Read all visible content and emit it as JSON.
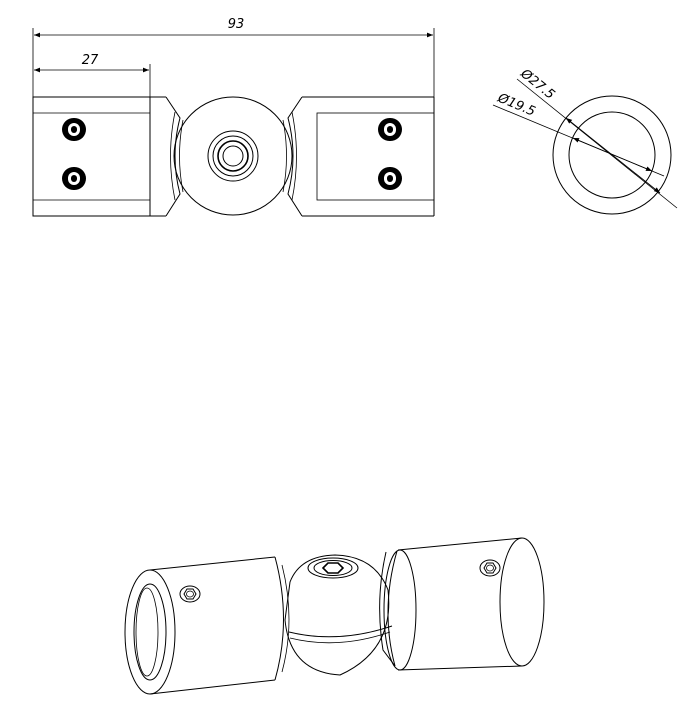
{
  "dimensions": {
    "overall_length": "93",
    "sleeve_length": "27",
    "outer_diameter": "Ø27.5",
    "inner_diameter": "Ø19.5"
  }
}
